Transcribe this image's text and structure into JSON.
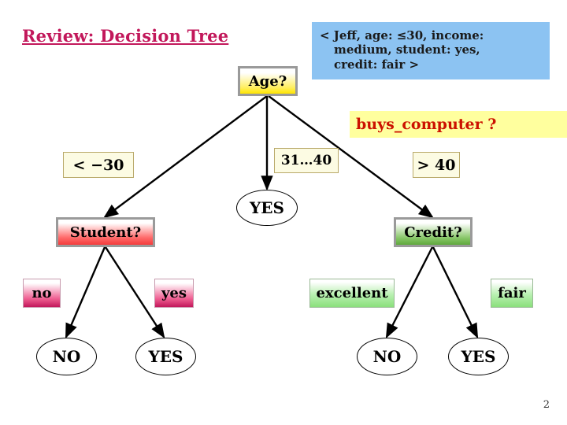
{
  "slide": {
    "title": "Review: Decision Tree",
    "page_number": "2",
    "background_color": "#ffffff",
    "title_color": "#c2185b"
  },
  "callout": {
    "name": "instance-tuple",
    "background_color": "#8cc3f2",
    "line1": "< Jeff, age:  ≤30, income:",
    "line2": "medium, student: yes,",
    "line3": "credit: fair >"
  },
  "banner": {
    "label": "buys_computer  ?",
    "background_color": "#ffff9e",
    "text_color": "#cc1100"
  },
  "tree": {
    "root": {
      "label": "Age?",
      "fill": "white-to-yellow"
    },
    "branch_labels_level1": [
      {
        "label": "< −30",
        "fill": "cream"
      },
      {
        "label": "31…40",
        "fill": "cream"
      },
      {
        "label": "> 40",
        "fill": "cream"
      }
    ],
    "internal_nodes": [
      {
        "label": "Student?",
        "fill": "white-to-red"
      },
      {
        "label": "Credit?",
        "fill": "white-to-green"
      }
    ],
    "branch_labels_level2": [
      {
        "label": "no",
        "fill": "white-to-pink"
      },
      {
        "label": "yes",
        "fill": "white-to-pink"
      },
      {
        "label": "excellent",
        "fill": "white-to-light-green"
      },
      {
        "label": "fair",
        "fill": "white-to-light-green"
      }
    ],
    "leaves": [
      {
        "label": "YES"
      },
      {
        "label": "NO"
      },
      {
        "label": "YES"
      },
      {
        "label": "NO"
      },
      {
        "label": "YES"
      }
    ]
  }
}
